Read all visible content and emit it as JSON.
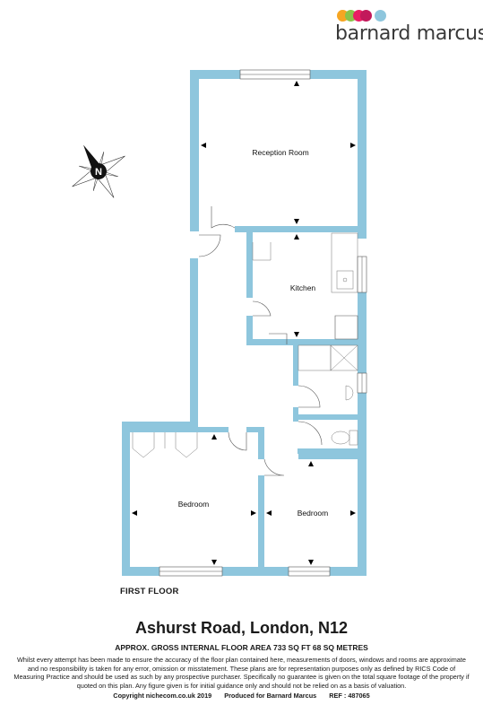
{
  "brand": {
    "name": "barnard marcus",
    "dot_colors": [
      "#f6a623",
      "#8bc34a",
      "#e91e63",
      "#c2185b",
      "#8ec6dd"
    ]
  },
  "plan": {
    "wall_color": "#8ec6dd",
    "compass_letter": "N",
    "rooms": {
      "reception": "Reception Room",
      "kitchen": "Kitchen",
      "bedroom_1": "Bedroom",
      "bedroom_2": "Bedroom"
    },
    "floor_label": "FIRST FLOOR"
  },
  "footer": {
    "address": "Ashurst Road, London, N12",
    "area": "APPROX. GROSS INTERNAL FLOOR AREA 733 SQ FT 68 SQ METRES",
    "disclaimer": "Whilst every attempt has been made to ensure the accuracy of the floor plan contained here, measurements of doors, windows and rooms are approximate and no responsibility is taken for any error, omission or misstatement. These plans are for representation purposes only as defined by RICS Code of Measuring Practice and should be used as such by any prospective purchaser.  Specifically no guarantee is given on the total square footage of the property if quoted on this plan. Any figure given is for initial guidance only and should not be relied on as a basis of valuation.",
    "copyright": "Copyright nichecom.co.uk 2019",
    "produced_for": "Produced for Barnard Marcus",
    "ref": "REF : 487065"
  }
}
